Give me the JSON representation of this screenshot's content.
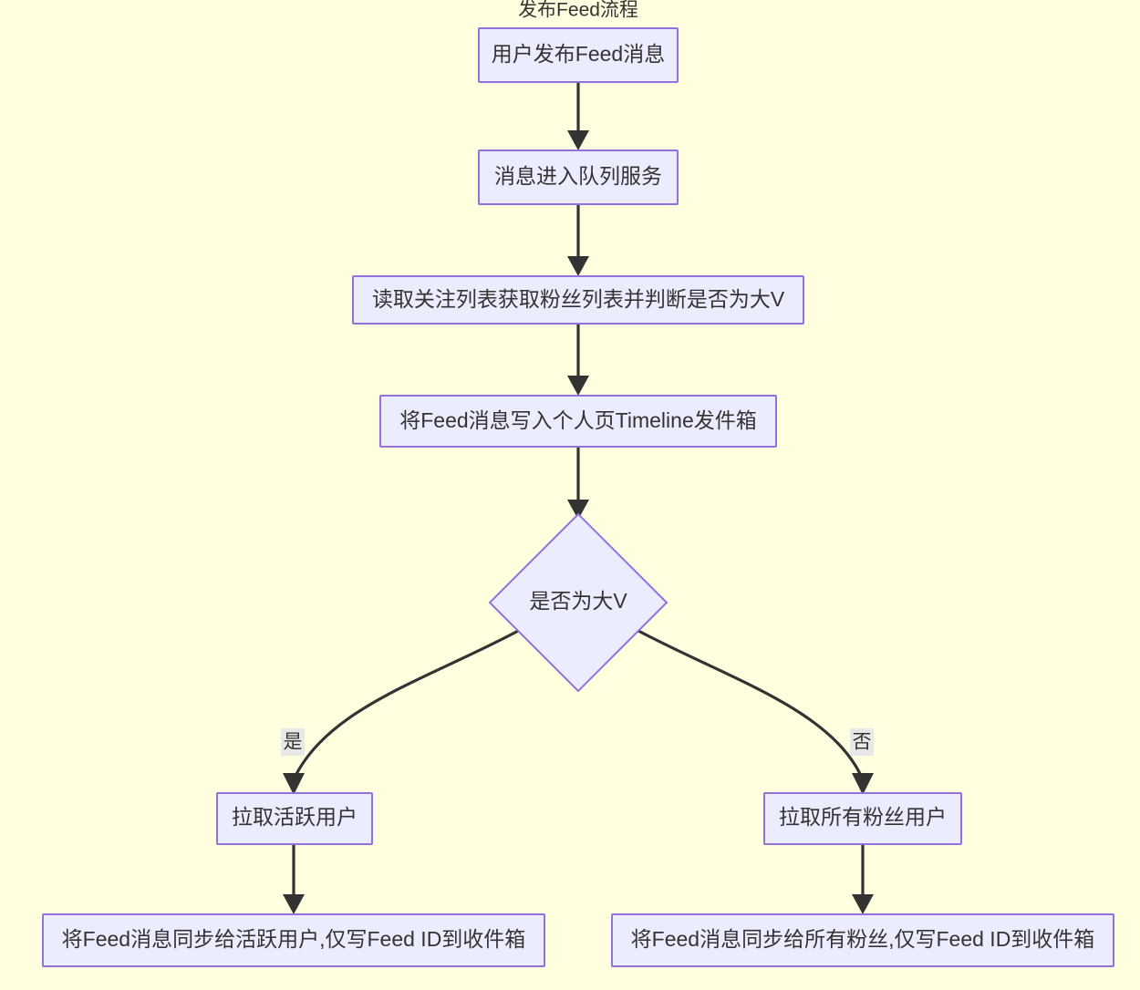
{
  "diagram": {
    "title": "发布Feed流程",
    "background_color": "#ffffe0",
    "node_fill_color": "#ececff",
    "node_border_color": "#9370db",
    "edge_color": "#333333",
    "edge_label_bg_color": "#e8e8e8",
    "type": "flowchart",
    "direction": "top-down"
  },
  "nodes": [
    {
      "id": "n1",
      "label": "用户发布Feed消息",
      "shape": "rect"
    },
    {
      "id": "n2",
      "label": "消息进入队列服务",
      "shape": "rect"
    },
    {
      "id": "n3",
      "label": "读取关注列表获取粉丝列表并判断是否为大V",
      "shape": "rect"
    },
    {
      "id": "n4",
      "label": "将Feed消息写入个人页Timeline发件箱",
      "shape": "rect"
    },
    {
      "id": "n5",
      "label": "是否为大V",
      "shape": "diamond"
    },
    {
      "id": "n6",
      "label": "拉取活跃用户",
      "shape": "rect"
    },
    {
      "id": "n7",
      "label": "拉取所有粉丝用户",
      "shape": "rect"
    },
    {
      "id": "n8",
      "label": "将Feed消息同步给活跃用户,仅写Feed ID到收件箱",
      "shape": "rect"
    },
    {
      "id": "n9",
      "label": "将Feed消息同步给所有粉丝,仅写Feed ID到收件箱",
      "shape": "rect"
    }
  ],
  "edges": [
    {
      "from": "n1",
      "to": "n2",
      "label": ""
    },
    {
      "from": "n2",
      "to": "n3",
      "label": ""
    },
    {
      "from": "n3",
      "to": "n4",
      "label": ""
    },
    {
      "from": "n4",
      "to": "n5",
      "label": ""
    },
    {
      "from": "n5",
      "to": "n6",
      "label": "是"
    },
    {
      "from": "n5",
      "to": "n7",
      "label": "否"
    },
    {
      "from": "n6",
      "to": "n8",
      "label": ""
    },
    {
      "from": "n7",
      "to": "n9",
      "label": ""
    }
  ]
}
